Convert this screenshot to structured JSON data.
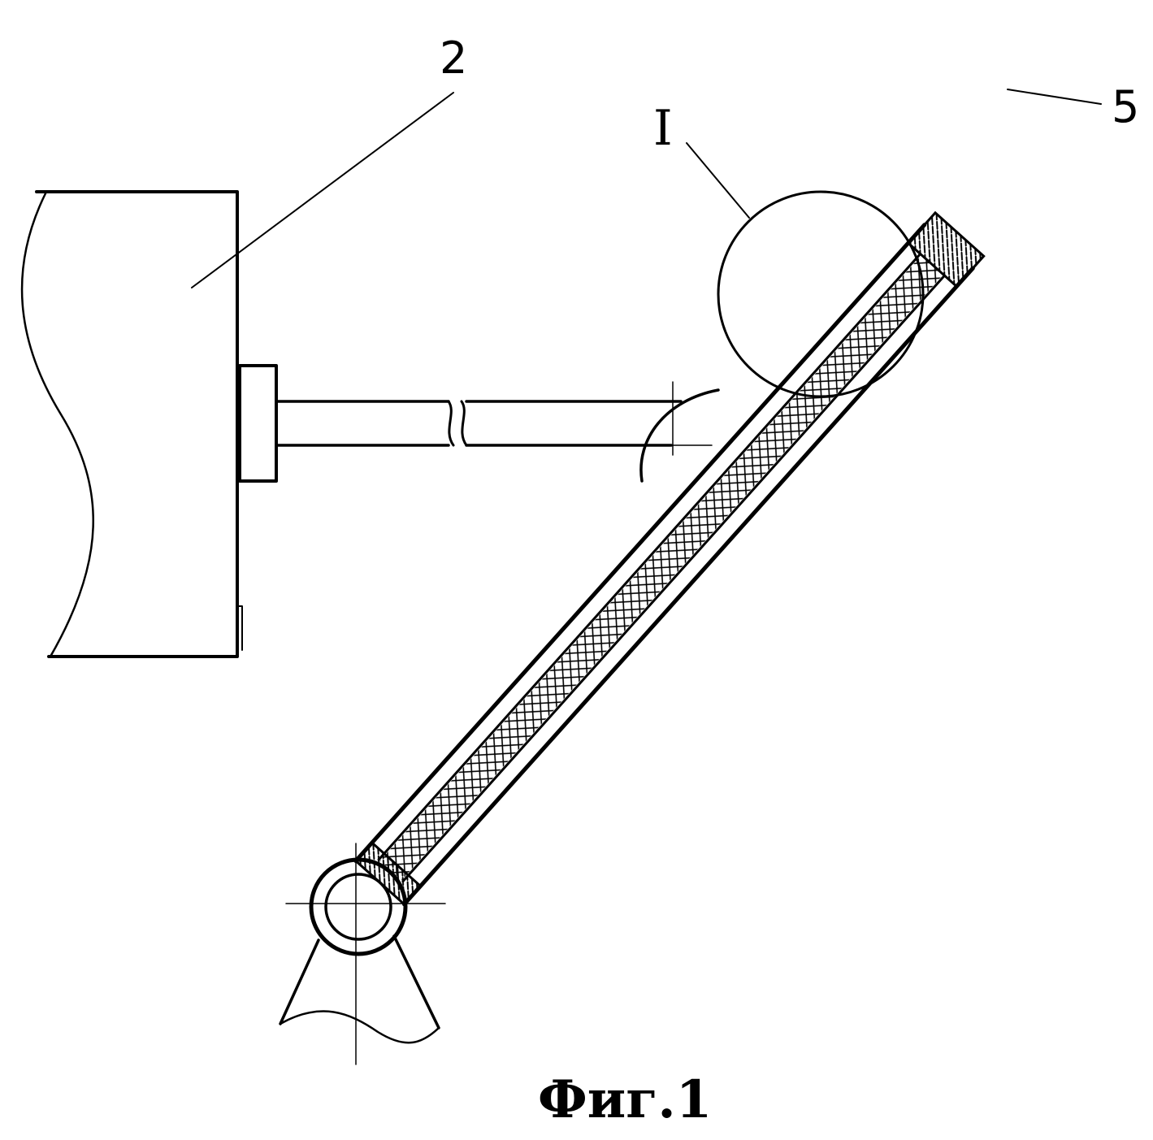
{
  "figure": {
    "caption": "Фиг.1",
    "labels": {
      "housing": "2",
      "detail_view": "I",
      "end_cap": "5"
    }
  }
}
